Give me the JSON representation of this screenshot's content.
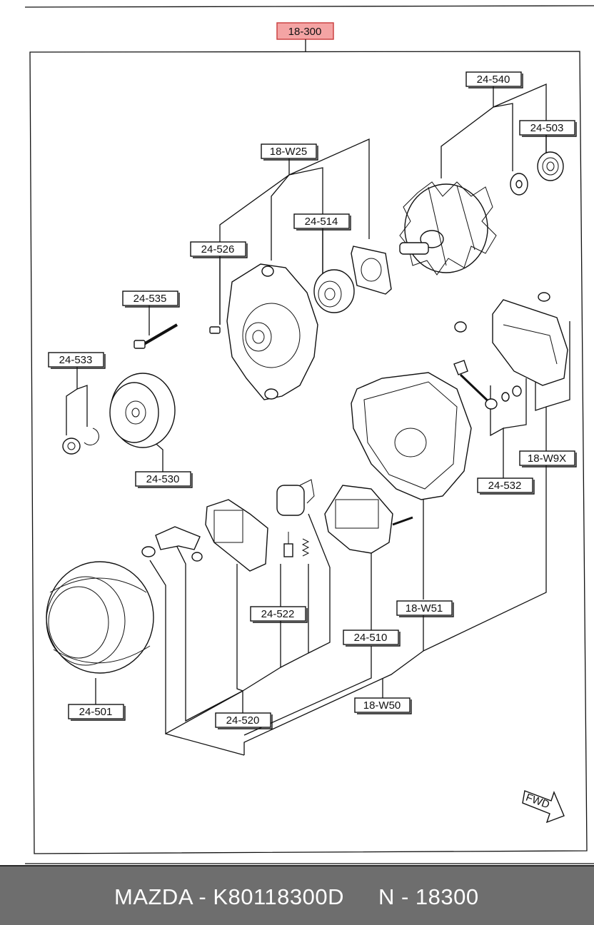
{
  "diagram": {
    "assembly_label": "18-300",
    "accent_color": "#f4a4a4",
    "fwd_label": "FWD",
    "part_labels": [
      {
        "id": "24-540",
        "text": "24-540"
      },
      {
        "id": "24-503",
        "text": "24-503"
      },
      {
        "id": "18-W25",
        "text": "18-W25"
      },
      {
        "id": "24-514",
        "text": "24-514"
      },
      {
        "id": "24-526",
        "text": "24-526"
      },
      {
        "id": "24-535",
        "text": "24-535"
      },
      {
        "id": "24-533",
        "text": "24-533"
      },
      {
        "id": "24-530",
        "text": "24-530"
      },
      {
        "id": "18-W9X",
        "text": "18-W9X"
      },
      {
        "id": "24-532",
        "text": "24-532"
      },
      {
        "id": "18-W51",
        "text": "18-W51"
      },
      {
        "id": "24-522",
        "text": "24-522"
      },
      {
        "id": "24-510",
        "text": "24-510"
      },
      {
        "id": "18-W50",
        "text": "18-W50"
      },
      {
        "id": "24-520",
        "text": "24-520"
      },
      {
        "id": "24-501",
        "text": "24-501"
      }
    ]
  },
  "footer": {
    "brand_text": "MAZDA - K80118300D",
    "code_text": "N - 18300",
    "background": "#6e6e6e"
  }
}
